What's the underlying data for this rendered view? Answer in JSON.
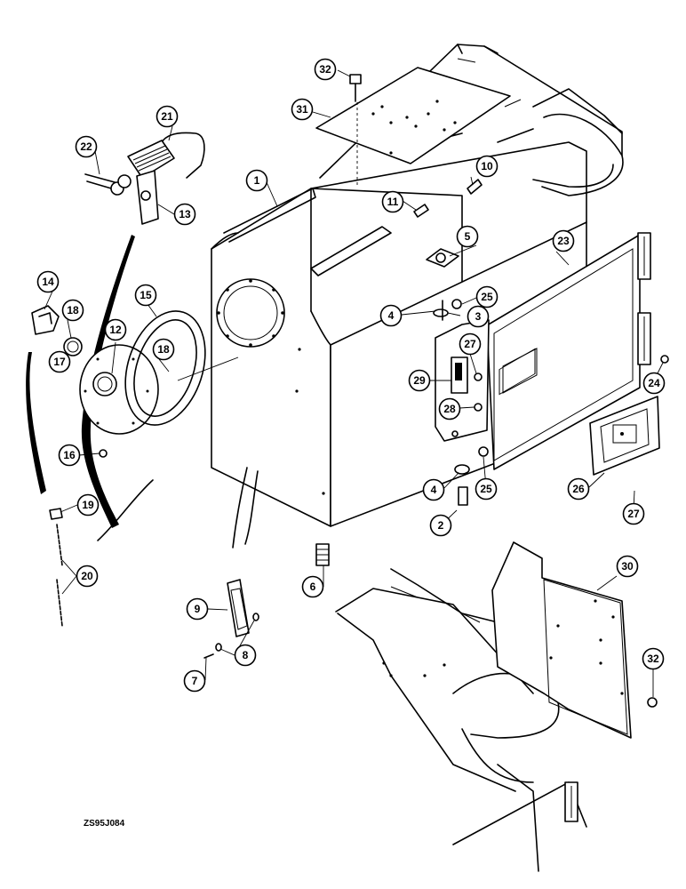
{
  "figure_id": "ZS95J084",
  "callouts": [
    {
      "label": "1"
    },
    {
      "label": "2"
    },
    {
      "label": "3"
    },
    {
      "label": "4"
    },
    {
      "label": "4"
    },
    {
      "label": "5"
    },
    {
      "label": "6"
    },
    {
      "label": "7"
    },
    {
      "label": "8"
    },
    {
      "label": "9"
    },
    {
      "label": "10"
    },
    {
      "label": "11"
    },
    {
      "label": "12"
    },
    {
      "label": "13"
    },
    {
      "label": "14"
    },
    {
      "label": "15"
    },
    {
      "label": "16"
    },
    {
      "label": "17"
    },
    {
      "label": "18"
    },
    {
      "label": "18"
    },
    {
      "label": "19"
    },
    {
      "label": "20"
    },
    {
      "label": "21"
    },
    {
      "label": "22"
    },
    {
      "label": "23"
    },
    {
      "label": "24"
    },
    {
      "label": "25"
    },
    {
      "label": "25"
    },
    {
      "label": "26"
    },
    {
      "label": "27"
    },
    {
      "label": "27"
    },
    {
      "label": "28"
    },
    {
      "label": "29"
    },
    {
      "label": "30"
    },
    {
      "label": "31"
    },
    {
      "label": "32"
    },
    {
      "label": "32"
    }
  ]
}
